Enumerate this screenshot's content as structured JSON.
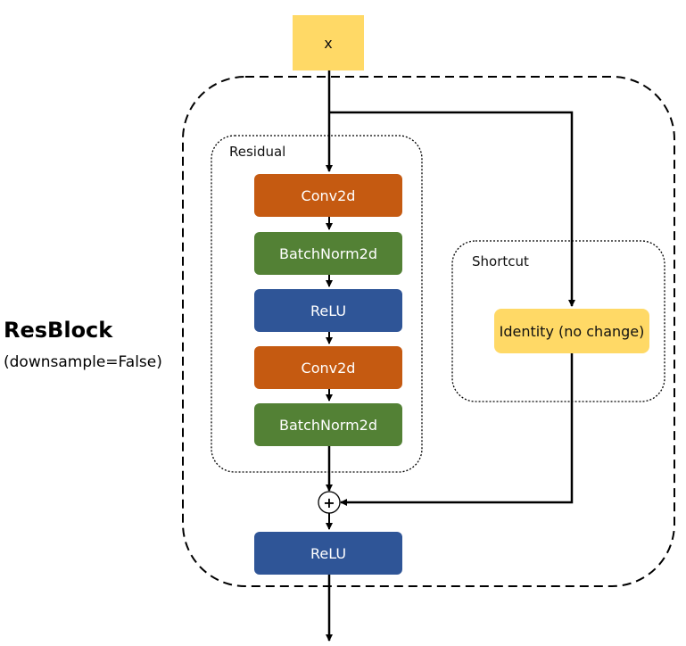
{
  "title": "ResBlock",
  "subtitle": "(downsample=False)",
  "input": {
    "label": "x",
    "color": "#FFD966"
  },
  "residual": {
    "label": "Residual",
    "layers": [
      {
        "label": "Conv2d",
        "color": "#C55A11"
      },
      {
        "label": "BatchNorm2d",
        "color": "#538135"
      },
      {
        "label": "ReLU",
        "color": "#2F5597"
      },
      {
        "label": "Conv2d",
        "color": "#C55A11"
      },
      {
        "label": "BatchNorm2d",
        "color": "#538135"
      }
    ]
  },
  "shortcut": {
    "label": "Shortcut",
    "node": {
      "label": "Identity (no change)",
      "color": "#FFD966"
    }
  },
  "add_symbol": "+",
  "output": {
    "label": "ReLU",
    "color": "#2F5597"
  }
}
